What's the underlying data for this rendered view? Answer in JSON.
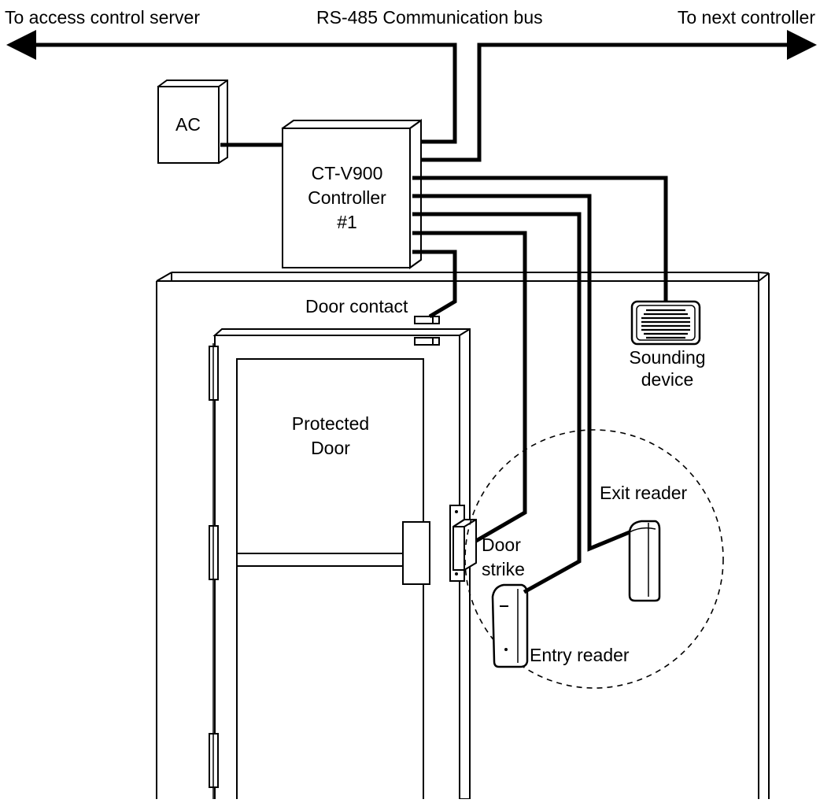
{
  "bus": {
    "left_label": "To access control server",
    "center_label": "RS-485 Communication bus",
    "right_label": "To next controller"
  },
  "power": {
    "label": "AC"
  },
  "controller": {
    "line1": "CT-V900",
    "line2": "Controller",
    "line3": "#1"
  },
  "door": {
    "contact_label": "Door contact",
    "title_line1": "Protected",
    "title_line2": "Door",
    "strike_line1": "Door",
    "strike_line2": "strike"
  },
  "sounder": {
    "line1": "Sounding",
    "line2": "device"
  },
  "readers": {
    "exit_label": "Exit reader",
    "entry_label": "Entry reader"
  },
  "colors": {
    "ink": "#000000",
    "paper": "#ffffff"
  }
}
